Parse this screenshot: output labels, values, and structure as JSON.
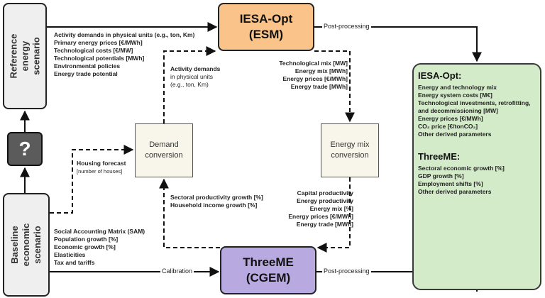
{
  "reference_scenario": {
    "label": "Reference energy scenario"
  },
  "baseline_scenario": {
    "label": "Baseline economic scenario"
  },
  "unknown_box": {
    "label": "?"
  },
  "iesa_box": {
    "title": "IESA-Opt",
    "subtitle": "(ESM)"
  },
  "threeme_box": {
    "title": "ThreeME",
    "subtitle": "(CGEM)"
  },
  "demand_conversion": {
    "line1": "Demand",
    "line2": "conversion"
  },
  "energy_conversion": {
    "line1": "Energy mix",
    "line2": "conversion"
  },
  "reference_inputs": [
    "Activity demands in physical units (e.g., ton, Km)",
    "Primary energy prices [€/MWh]",
    "Technological costs [€/MW]",
    "Technological potentials [MWh]",
    "Environmental policies",
    "Energy trade potential"
  ],
  "activity_demands_label": [
    "Activity demands",
    "in physical units",
    "(e.g., ton, Km)"
  ],
  "housing_forecast": {
    "title": "Housing forecast",
    "unit": "[number of houses]"
  },
  "iesa_outputs": [
    "Technological mix [MW]",
    "Energy mix [MWh]",
    "Energy prices [€/MWh]",
    "Energy trade [MWh]"
  ],
  "productivity_inputs": [
    "Sectoral productivity growth [%]",
    "Household income growth [%]"
  ],
  "threeme_inputs": [
    "Capital productivity",
    "Energy productivity",
    "Energy mix [%]",
    "Energy prices [€/MWh]",
    "Energy trade [MWh]"
  ],
  "baseline_inputs": [
    "Social Accounting Matrix (SAM)",
    "Population growth [%]",
    "Economic growth [%]",
    "Elasticities",
    "Tax and tariffs"
  ],
  "arrow_labels": {
    "post_processing_top": "Post-processing",
    "post_processing_bottom": "Post-processing",
    "calibration": "Calibration"
  },
  "results": {
    "iesa_title": "IESA-Opt:",
    "iesa_items": [
      "Energy and technology mix",
      "Energy system costs [M€]",
      "Technological investments, retrofitting, and decommissioning [MW]",
      "Energy prices [€/MWh]",
      "CO₂ price [€/tonCO₂]",
      "Other derived parameters"
    ],
    "threeme_title": "ThreeME:",
    "threeme_items": [
      "Sectoral economic growth [%]",
      "GDP growth [%]",
      "Employment shifts [%]",
      "Other derived parameters"
    ]
  }
}
